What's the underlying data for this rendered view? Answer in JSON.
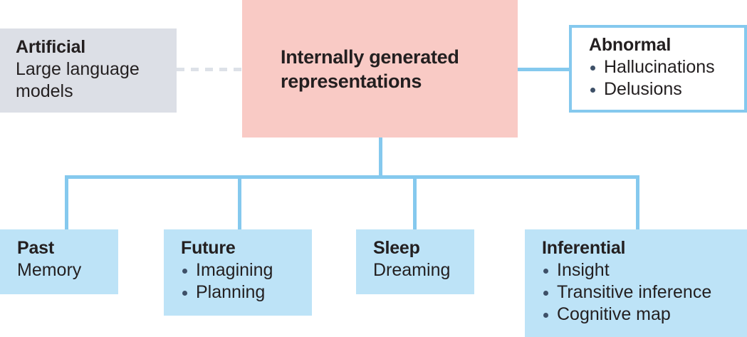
{
  "diagram": {
    "title_central": "Internally generated representations",
    "colors": {
      "pink": "#f9cac5",
      "light_blue": "#bde3f7",
      "blue_line": "#85c9ee",
      "gray": "#dcdfe6",
      "dashed_gray": "#dde1e8",
      "bullet": "#3e5068",
      "text": "#231f20"
    },
    "nodes": {
      "artificial": {
        "title": "Artificial",
        "subtitle": "Large language models"
      },
      "central": {
        "title": "Internally generated representations"
      },
      "abnormal": {
        "title": "Abnormal",
        "items": [
          "Hallucinations",
          "Delusions"
        ]
      },
      "past": {
        "title": "Past",
        "subtitle": "Memory"
      },
      "future": {
        "title": "Future",
        "items": [
          "Imagining",
          "Planning"
        ]
      },
      "sleep": {
        "title": "Sleep",
        "subtitle": "Dreaming"
      },
      "inferential": {
        "title": "Inferential",
        "items": [
          "Insight",
          "Transitive inference",
          "Cognitive map"
        ]
      }
    }
  }
}
